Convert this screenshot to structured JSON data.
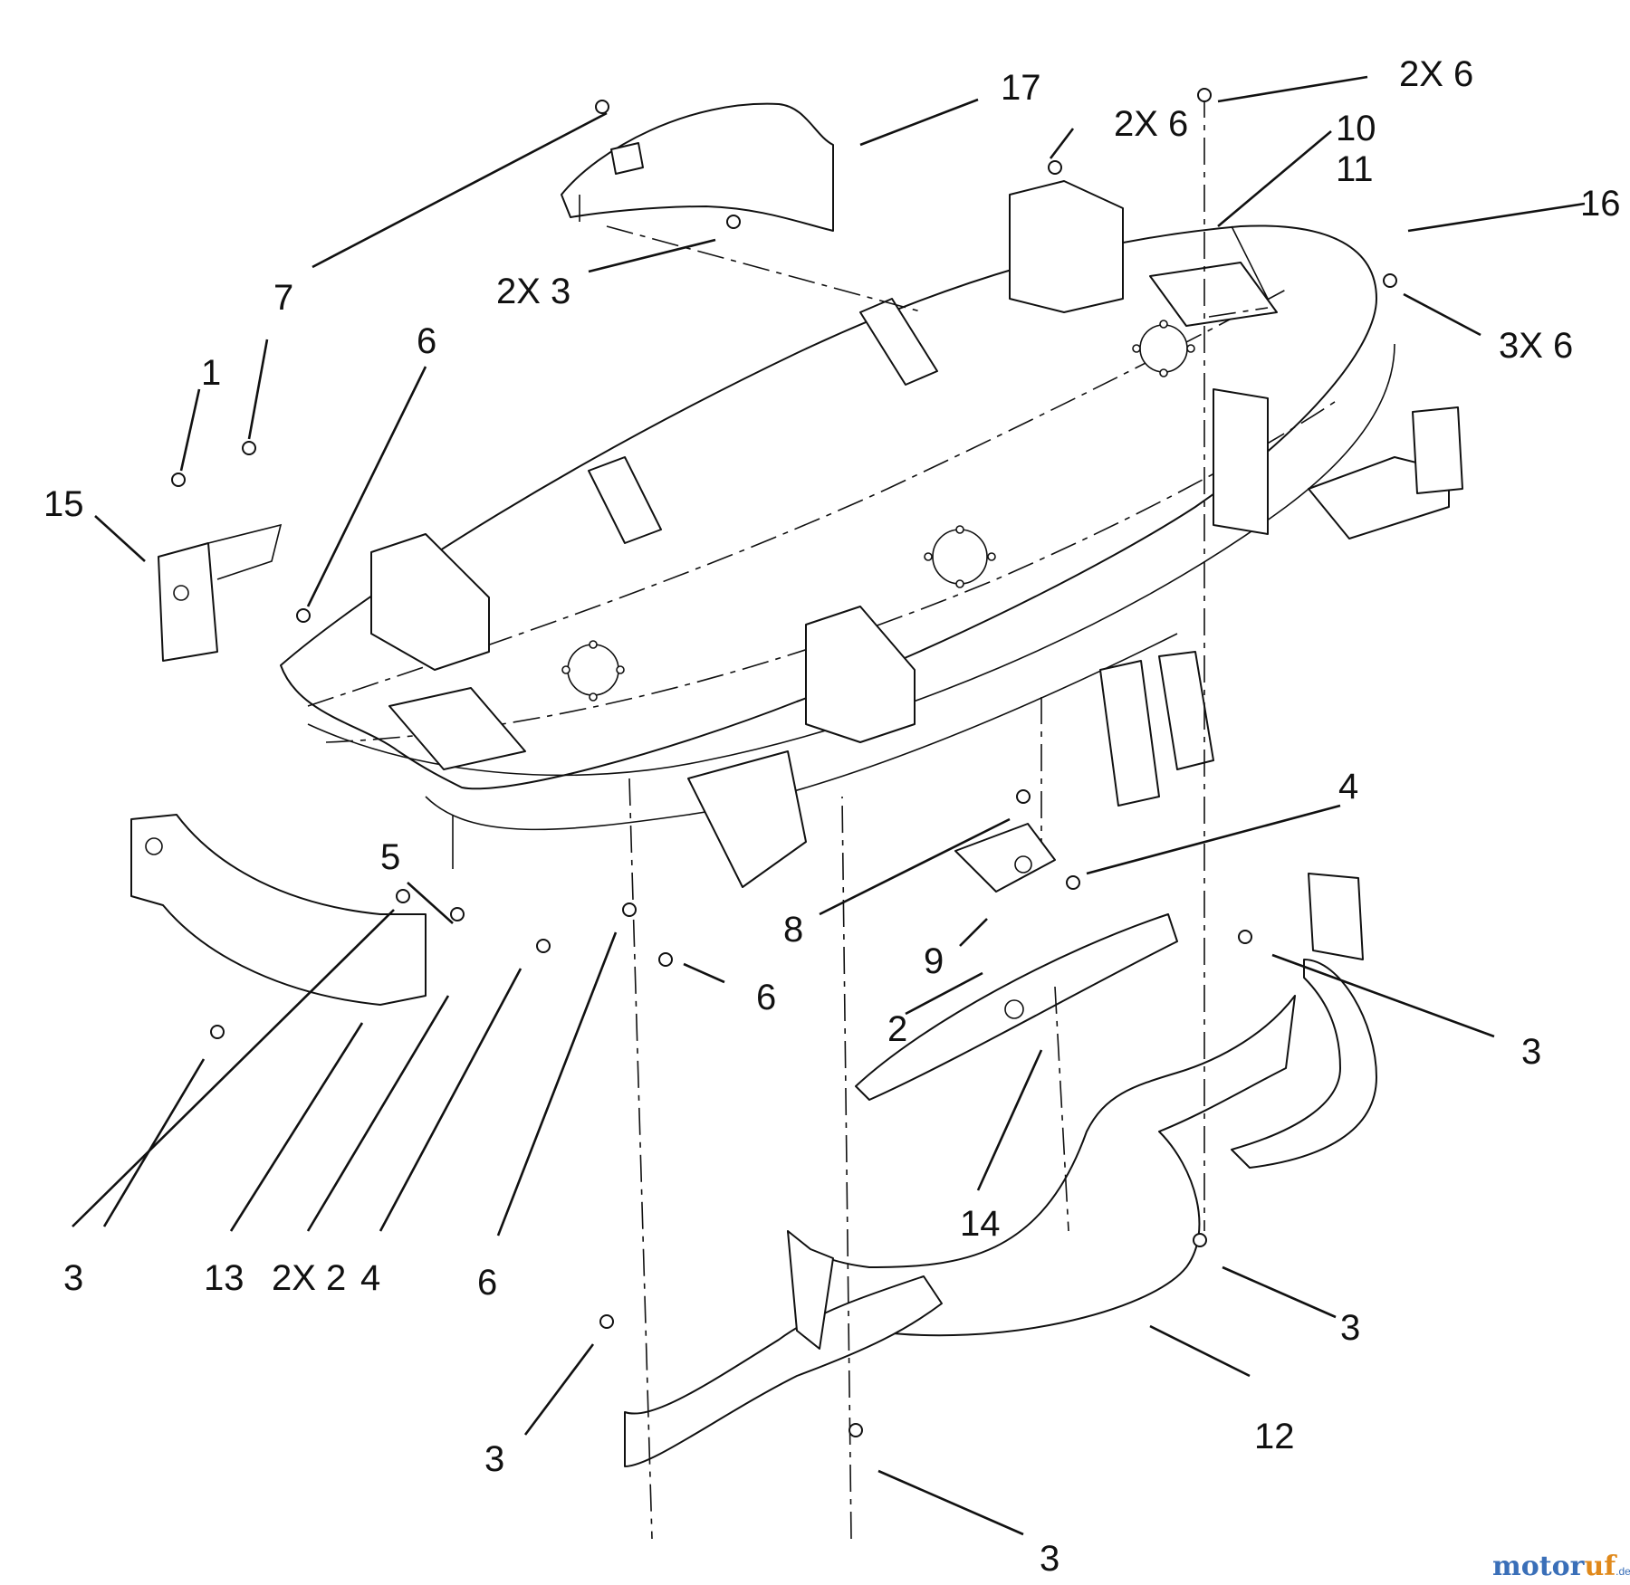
{
  "diagram": {
    "callouts": [
      {
        "id": "c17",
        "text": "17"
      },
      {
        "id": "c2x6a",
        "text": "2X 6"
      },
      {
        "id": "c2x6b",
        "text": "2X 6"
      },
      {
        "id": "c10",
        "text": "10"
      },
      {
        "id": "c11",
        "text": "11"
      },
      {
        "id": "c16",
        "text": "16"
      },
      {
        "id": "c3x6",
        "text": "3X 6"
      },
      {
        "id": "c7a",
        "text": "7"
      },
      {
        "id": "c7b",
        "text": "7"
      },
      {
        "id": "c2x3",
        "text": "2X 3"
      },
      {
        "id": "c1",
        "text": "1"
      },
      {
        "id": "c6a",
        "text": "6"
      },
      {
        "id": "c15",
        "text": "15"
      },
      {
        "id": "c4a",
        "text": "4"
      },
      {
        "id": "c5",
        "text": "5"
      },
      {
        "id": "c8",
        "text": "8"
      },
      {
        "id": "c9",
        "text": "9"
      },
      {
        "id": "c6b",
        "text": "6"
      },
      {
        "id": "c2",
        "text": "2"
      },
      {
        "id": "c3a",
        "text": "3"
      },
      {
        "id": "c3b",
        "text": "3"
      },
      {
        "id": "c13",
        "text": "13"
      },
      {
        "id": "c2x2",
        "text": "2X 2"
      },
      {
        "id": "c4b",
        "text": "4"
      },
      {
        "id": "c6c",
        "text": "6"
      },
      {
        "id": "c14",
        "text": "14"
      },
      {
        "id": "c3c",
        "text": "3"
      },
      {
        "id": "c3d",
        "text": "3"
      },
      {
        "id": "c12",
        "text": "12"
      },
      {
        "id": "c3e",
        "text": "3"
      }
    ]
  },
  "watermark": {
    "part1": "motor",
    "part2": "uf",
    "suffix": ".de",
    "color_primary": "#3a6fb8",
    "color_accent": "#e0891b"
  }
}
